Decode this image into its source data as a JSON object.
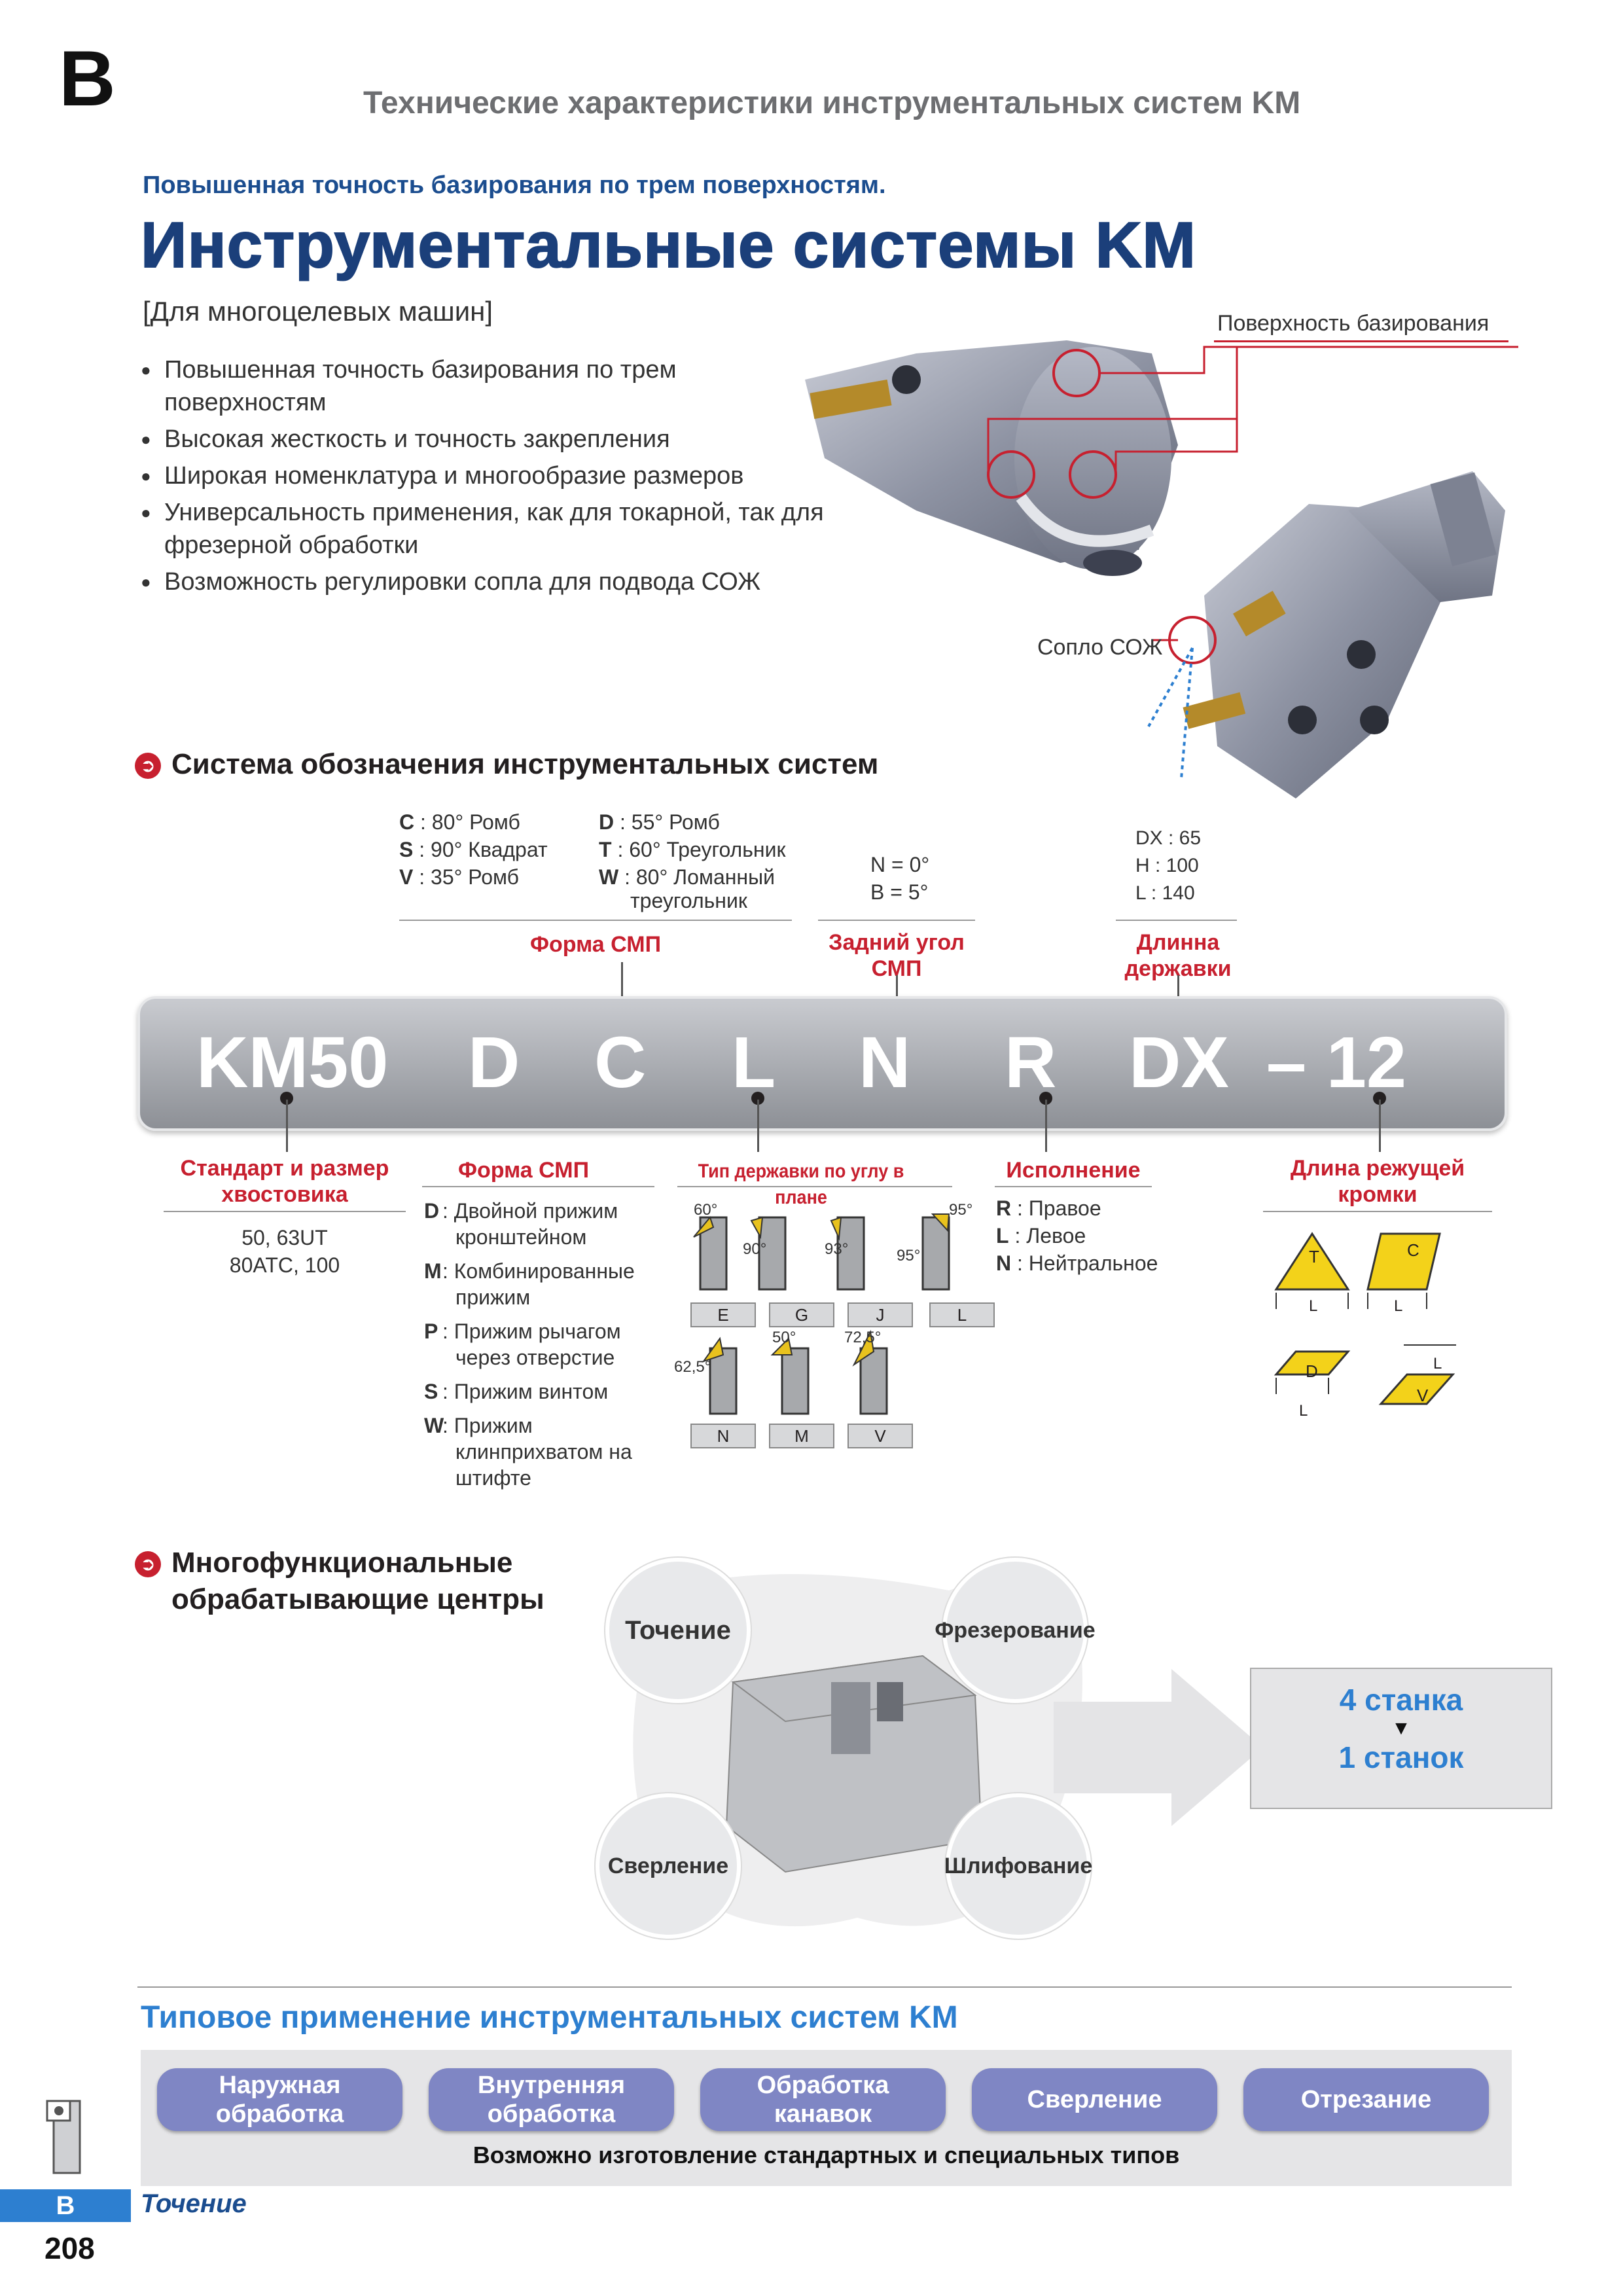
{
  "header": {
    "section_letter": "B",
    "title": "Технические характеристики инструментальных систем KM"
  },
  "intro": {
    "subtitle": "Повышенная точность базирования по трем поверхностям.",
    "title": "Инструментальные системы KM",
    "bracket": "[Для многоцелевых машин]",
    "features": [
      "Повышенная точность базирования по трем поверхностям",
      "Высокая жесткость и точность закрепления",
      "Широкая номенклатура и многообразие размеров",
      "Универсальность применения, как для токарной, так для фрезерной обработки",
      "Возможность регулировки сопла для подвода СОЖ"
    ],
    "callout_surface": "Поверхность базирования",
    "callout_nozzle": "Сопло СОЖ"
  },
  "designation": {
    "title": "Система обозначения инструментальных систем",
    "shape_list_a": [
      {
        "code": "C",
        "text": ": 80° Ромб"
      },
      {
        "code": "S",
        "text": ": 90° Квадрат"
      },
      {
        "code": "V",
        "text": ": 35° Ромб"
      }
    ],
    "shape_list_b": [
      {
        "code": "D",
        "text": ": 55° Ромб"
      },
      {
        "code": "T",
        "text": ": 60° Треугольник"
      },
      {
        "code": "W",
        "text": ": 80° Ломанный"
      },
      {
        "code": "",
        "text": "треугольник"
      }
    ],
    "angle_list": [
      "N = 0°",
      "B = 5°"
    ],
    "length_list": [
      "DX : 65",
      "H   : 100",
      "L   : 140"
    ],
    "label_shape_top": "Форма СМП",
    "label_angle_1": "Задний угол",
    "label_angle_2": "СМП",
    "label_length_1": "Длинна",
    "label_length_2": "державки",
    "code": {
      "p1": "KM50",
      "p2": "D",
      "p3": "C",
      "p4": "L",
      "p5": "N",
      "p6": "R",
      "p7": "DX",
      "p8": "– 12"
    },
    "label_std_1": "Стандарт и размер",
    "label_std_2": "хвостовика",
    "std_values_1": "50, 63UT",
    "std_values_2": "80ATC, 100",
    "label_shape_bottom": "Форма СМП",
    "clamps": [
      {
        "code": "D",
        "l1": ": Двойной прижим",
        "l2": "кронштейном"
      },
      {
        "code": "M",
        "l1": ": Комбинированные",
        "l2": "прижим"
      },
      {
        "code": "P",
        "l1": ": Прижим рычагом",
        "l2": "через отверстие"
      },
      {
        "code": "S",
        "l1": ": Прижим винтом",
        "l2": ""
      },
      {
        "code": "W",
        "l1": ": Прижим",
        "l2": "клинприхватом на",
        "l3": "штифте"
      }
    ],
    "label_holder": "Тип державки по углу в плане",
    "holder_types_row1": [
      "E",
      "G",
      "J",
      "L"
    ],
    "holder_types_row2": [
      "N",
      "M",
      "V"
    ],
    "holder_angles": {
      "e": "60°",
      "g": "90°",
      "j": "93°",
      "l1": "95°",
      "l2": "95°",
      "n": "62,5°",
      "m": "50°",
      "v": "72,5°"
    },
    "label_version": "Исполнение",
    "versions": [
      {
        "code": "R",
        "text": ": Правое"
      },
      {
        "code": "L",
        "text": ": Левое"
      },
      {
        "code": "N",
        "text": ": Нейтральное"
      }
    ],
    "label_edge_1": "Длина режущей",
    "label_edge_2": "кромки",
    "insert_letters": {
      "t": "T",
      "c": "C",
      "d": "D",
      "v": "V",
      "l": "L"
    }
  },
  "multi": {
    "title_1": "Многофункциональные",
    "title_2": "обрабатывающие центры",
    "ops": [
      "Точение",
      "Фрезерование",
      "Сверление",
      "Шлифование"
    ],
    "result_1": "4 станка",
    "result_2": "1 станок"
  },
  "apps": {
    "title": "Типовое применение инструментальных систем KM",
    "buttons": [
      {
        "l1": "Наружная",
        "l2": "обработка"
      },
      {
        "l1": "Внутренняя",
        "l2": "обработка"
      },
      {
        "l1": "Обработка",
        "l2": "канавок"
      },
      {
        "l1": "Сверление",
        "l2": ""
      },
      {
        "l1": "Отрезание",
        "l2": ""
      }
    ],
    "note": "Возможно изготовление стандартных и специальных типов"
  },
  "footer": {
    "tab_letter": "B",
    "section": "Точение",
    "page": "208"
  },
  "colors": {
    "navy": "#1b3f7a",
    "blue": "#1b4d8f",
    "red": "#c7202f",
    "pill": "#7f86c4",
    "gray": "#6d6e71"
  }
}
